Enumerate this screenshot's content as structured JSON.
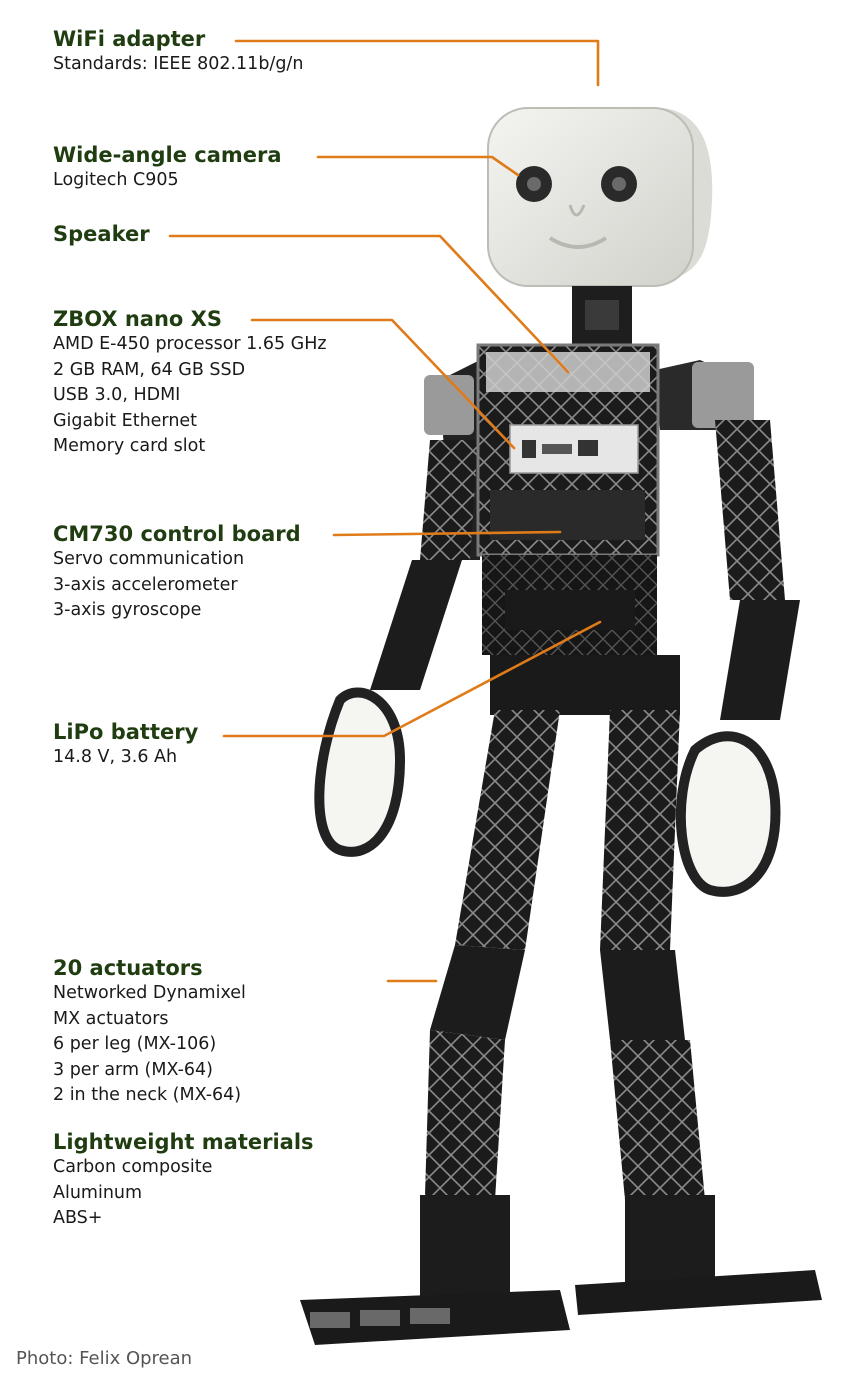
{
  "accent_color": "#e07b1a",
  "heading_color": "#1f3d10",
  "callouts": [
    {
      "key": "wifi",
      "title": "WiFi adapter",
      "lines": [
        "Standards: IEEE 802.11b/g/n"
      ]
    },
    {
      "key": "camera",
      "title": "Wide-angle camera",
      "lines": [
        "Logitech C905"
      ]
    },
    {
      "key": "speaker",
      "title": "Speaker",
      "lines": []
    },
    {
      "key": "zbox",
      "title": "ZBOX nano XS",
      "lines": [
        "AMD E-450 processor 1.65 GHz",
        "2 GB RAM, 64 GB SSD",
        "USB 3.0, HDMI",
        "Gigabit Ethernet",
        "Memory card slot"
      ]
    },
    {
      "key": "cm730",
      "title": "CM730 control board",
      "lines": [
        "Servo communication",
        "3-axis accelerometer",
        "3-axis gyroscope"
      ]
    },
    {
      "key": "battery",
      "title": "LiPo battery",
      "lines": [
        "14.8 V, 3.6 Ah"
      ]
    },
    {
      "key": "actuators",
      "title": "20 actuators",
      "lines": [
        "Networked Dynamixel",
        "MX actuators",
        "6 per leg (MX-106)",
        "3 per arm (MX-64)",
        "2 in the neck (MX-64)"
      ]
    },
    {
      "key": "materials",
      "title": "Lightweight materials",
      "lines": [
        "Carbon composite",
        "Aluminum",
        "ABS+"
      ]
    }
  ],
  "credit": "Photo: Felix Oprean"
}
